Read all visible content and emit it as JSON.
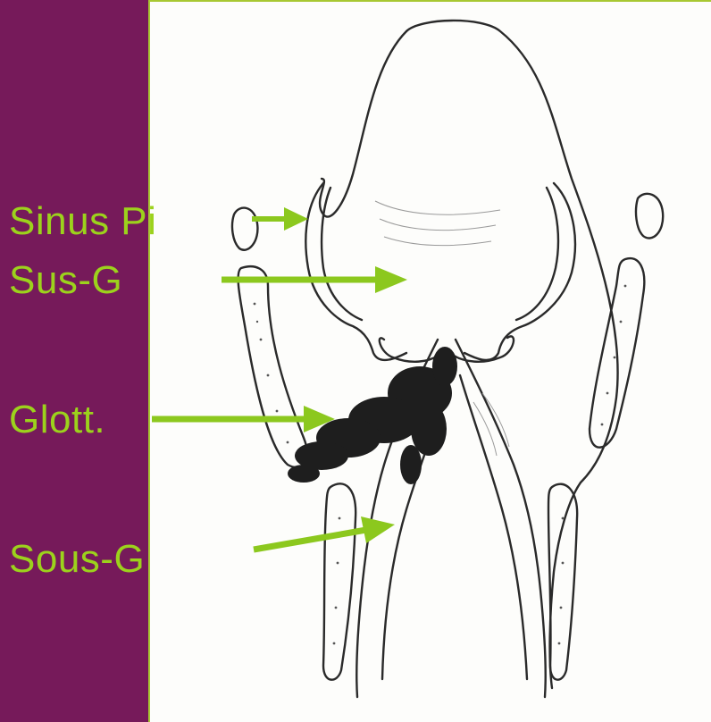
{
  "labels": {
    "sinus": "Sinus Pi",
    "sus": "Sus-G",
    "glott": "Glott.",
    "sous": "Sous-G"
  },
  "colors": {
    "background": "#761a5a",
    "label": "#9cd21c",
    "arrow": "#8cc81e",
    "panel_border": "#a8c832",
    "ink": "#2a2a2a"
  },
  "icons": [
    "sinus-arrow-icon",
    "sus-arrow-icon",
    "glott-arrow-icon",
    "sous-arrow-icon"
  ]
}
